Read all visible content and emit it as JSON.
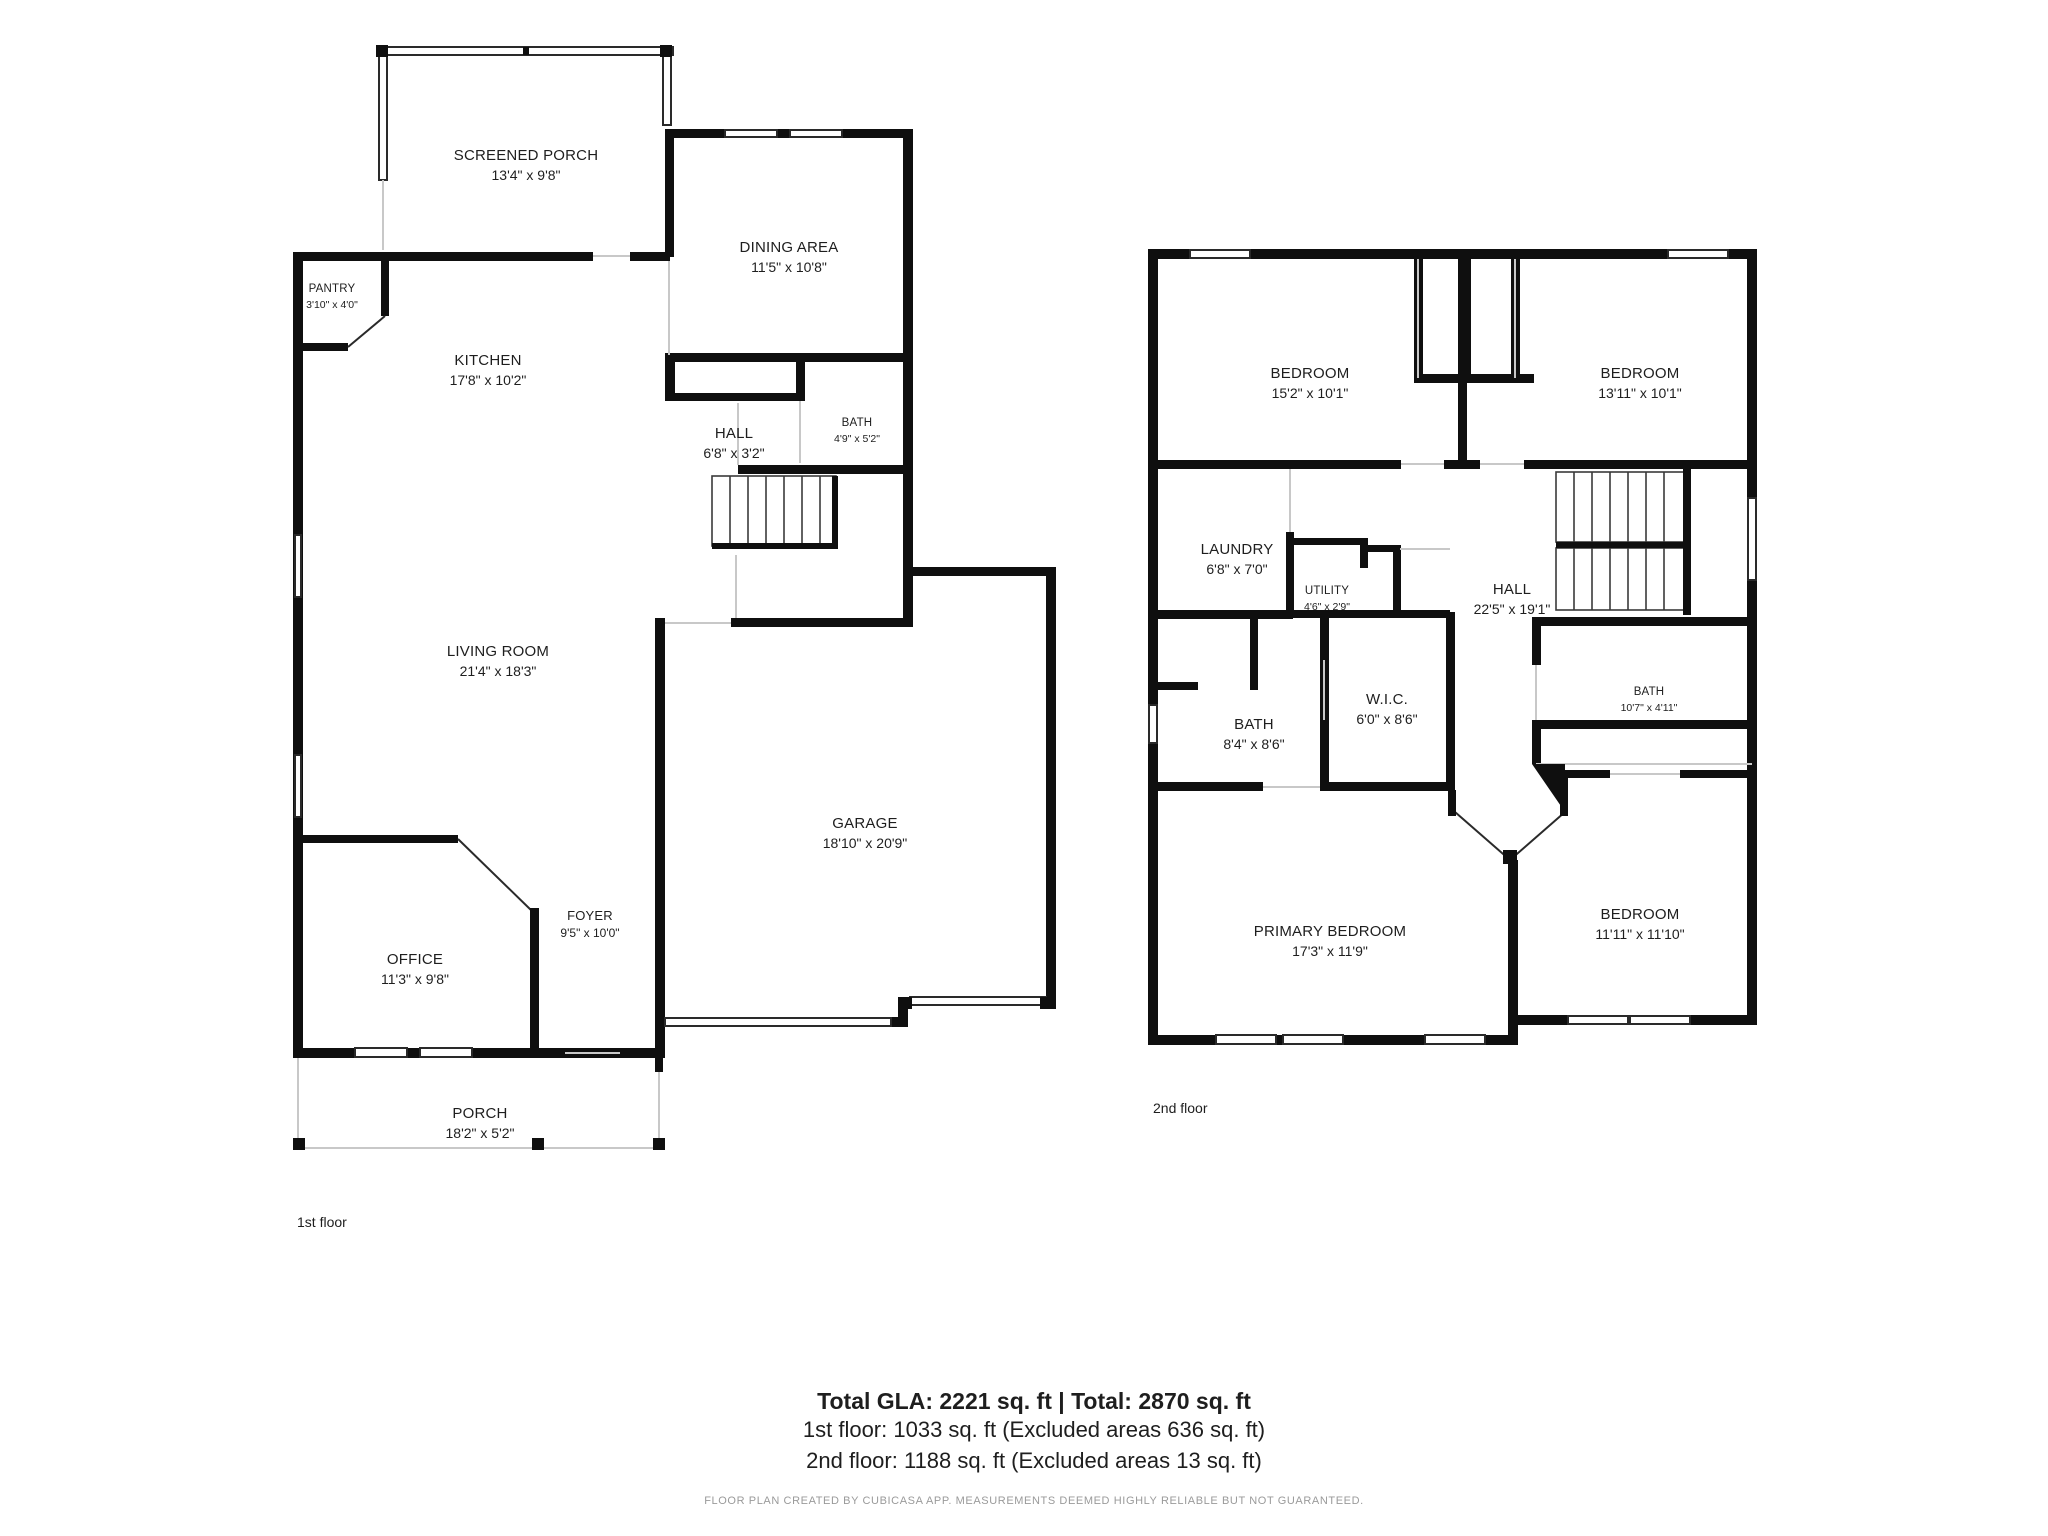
{
  "floor1": {
    "label": "1st floor",
    "rooms": [
      {
        "key": "screened_porch",
        "name": "SCREENED PORCH",
        "dims": "13'4\" x 9'8\""
      },
      {
        "key": "dining_area",
        "name": "DINING AREA",
        "dims": "11'5\" x 10'8\""
      },
      {
        "key": "pantry",
        "name": "PANTRY",
        "dims": "3'10\" x 4'0\""
      },
      {
        "key": "kitchen",
        "name": "KITCHEN",
        "dims": "17'8\" x 10'2\""
      },
      {
        "key": "hall",
        "name": "HALL",
        "dims": "6'8\" x 3'2\""
      },
      {
        "key": "bath",
        "name": "BATH",
        "dims": "4'9\" x 5'2\""
      },
      {
        "key": "living_room",
        "name": "LIVING ROOM",
        "dims": "21'4\" x 18'3\""
      },
      {
        "key": "garage",
        "name": "GARAGE",
        "dims": "18'10\" x 20'9\""
      },
      {
        "key": "foyer",
        "name": "FOYER",
        "dims": "9'5\" x 10'0\""
      },
      {
        "key": "office",
        "name": "OFFICE",
        "dims": "11'3\" x 9'8\""
      },
      {
        "key": "porch",
        "name": "PORCH",
        "dims": "18'2\" x 5'2\""
      }
    ]
  },
  "floor2": {
    "label": "2nd floor",
    "rooms": [
      {
        "key": "bedroom_nw",
        "name": "BEDROOM",
        "dims": "15'2\" x 10'1\""
      },
      {
        "key": "bedroom_ne",
        "name": "BEDROOM",
        "dims": "13'11\" x 10'1\""
      },
      {
        "key": "laundry",
        "name": "LAUNDRY",
        "dims": "6'8\" x 7'0\""
      },
      {
        "key": "utility",
        "name": "UTILITY",
        "dims": "4'6\" x 2'9\""
      },
      {
        "key": "hall",
        "name": "HALL",
        "dims": "22'5\" x 19'1\""
      },
      {
        "key": "bath_e",
        "name": "BATH",
        "dims": "10'7\" x 4'11\""
      },
      {
        "key": "bath_w",
        "name": "BATH",
        "dims": "8'4\" x 8'6\""
      },
      {
        "key": "wic",
        "name": "W.I.C.",
        "dims": "6'0\" x 8'6\""
      },
      {
        "key": "primary_bedroom",
        "name": "PRIMARY BEDROOM",
        "dims": "17'3\" x 11'9\""
      },
      {
        "key": "bedroom_se",
        "name": "BEDROOM",
        "dims": "11'11\" x 11'10\""
      }
    ]
  },
  "summary": {
    "total_line": "Total GLA: 2221 sq. ft | Total: 2870 sq. ft",
    "floor1_line": "1st floor: 1033 sq. ft (Excluded areas 636 sq. ft)",
    "floor2_line": "2nd floor: 1188 sq. ft (Excluded areas 13 sq. ft)"
  },
  "credit": "FLOOR PLAN CREATED BY CUBICASA APP. MEASUREMENTS DEEMED HIGHLY RELIABLE BUT NOT GUARANTEED."
}
